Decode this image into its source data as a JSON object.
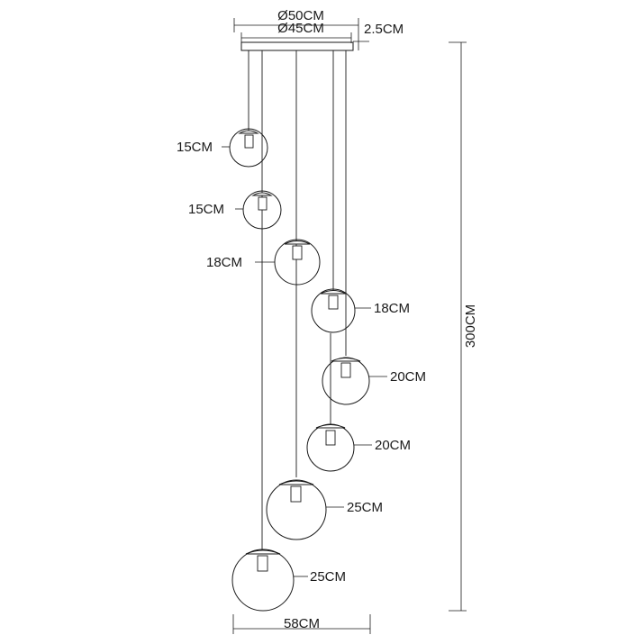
{
  "dimensions": {
    "outer_diameter": "Ø50CM",
    "inner_diameter": "Ø45CM",
    "canopy_height": "2.5CM",
    "total_height": "300CM",
    "bottom_width": "58CM"
  },
  "globes": [
    {
      "label": "15CM"
    },
    {
      "label": "15CM"
    },
    {
      "label": "18CM"
    },
    {
      "label": "18CM"
    },
    {
      "label": "20CM"
    },
    {
      "label": "20CM"
    },
    {
      "label": "25CM"
    },
    {
      "label": "25CM"
    }
  ]
}
